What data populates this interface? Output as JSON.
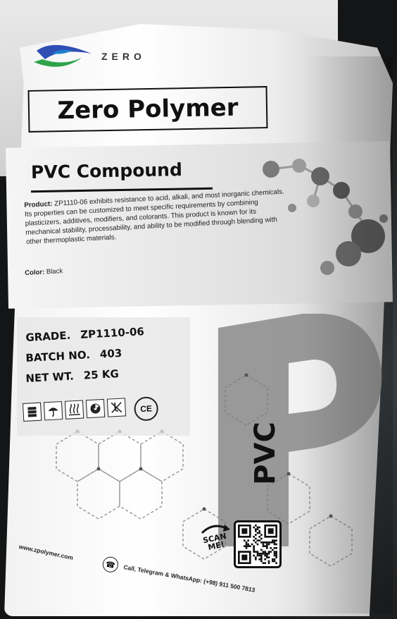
{
  "brand": {
    "logo_text": "ZERO",
    "name": "Zero Polymer"
  },
  "product": {
    "title": "PVC Compound",
    "description_label": "Product:",
    "description_text": "ZP1110-06 exhibits resistance to acid, alkali, and most inorganic chemicals. Its properties can be customized to meet specific requirements by combining plasticizers, additives, modifiers, and colorants. This product is known for its mechanical stability, processability, and ability to be modified through blending with other thermoplastic materials.",
    "color_label": "Color:",
    "color_value": "Black"
  },
  "specs": {
    "grade_label": "GRADE.",
    "grade_value": "ZP1110-06",
    "batch_label": "BATCH NO.",
    "batch_value": "403",
    "netwt_label": "NET WT.",
    "netwt_value": "25 KG"
  },
  "icons": [
    "stack-limit-icon",
    "keep-dry-umbrella-icon",
    "protect-from-heat-icon",
    "radiation-icon",
    "do-not-use-hooks-icon",
    "ce-mark-icon"
  ],
  "ce_text": "CE",
  "side": {
    "big_letter": "P",
    "vertical_text": "PVC"
  },
  "footer": {
    "website": "www.zpolymer.com",
    "contact": "Call, Telegram & WhatsApp: (+98) 911 500 7813",
    "scan_text": "SCAN ME!"
  },
  "colors": {
    "text_dark": "#111111",
    "logo_blue": "#2f4fb5",
    "logo_green": "#2fa24a",
    "band_gray": "#e2e2e2",
    "p_gray": "#8a8a8a"
  }
}
